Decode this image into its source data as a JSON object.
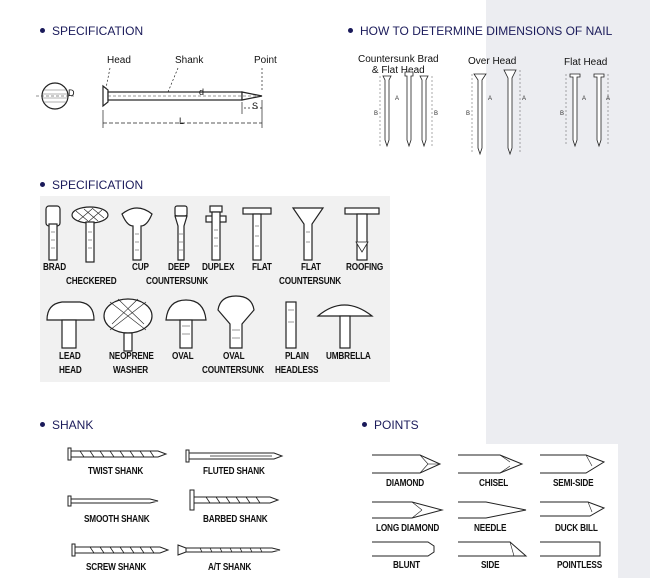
{
  "sections": {
    "spec_top": "SPECIFICATION",
    "dimensions": "HOW TO DETERMINE DIMENSIONS OF NAIL",
    "spec_heads": "SPECIFICATION",
    "shank": "SHANK",
    "points": "POINTS"
  },
  "anatomy": {
    "head": "Head",
    "shank": "Shank",
    "point": "Point",
    "d_top": "D",
    "d_mid": "d",
    "s": "S",
    "l": "L"
  },
  "dimension_types": [
    {
      "label_line1": "Countersunk Brad",
      "label_line2": "& Flat Head"
    },
    {
      "label_line1": "Over Head",
      "label_line2": ""
    },
    {
      "label_line1": "Flat Head",
      "label_line2": ""
    }
  ],
  "heads_row1": [
    "BRAD",
    "CHECKERED",
    "CUP",
    "DEEP COUNTERSUNK",
    "DUPLEX",
    "FLAT",
    "FLAT COUNTERSUNK",
    "ROOFING"
  ],
  "heads_row1_caps": {
    "brad": "BRAD",
    "checkered": "CHECKERED",
    "cup": "CUP",
    "deep": "DEEP",
    "countersunk": "COUNTERSUNK",
    "duplex": "DUPLEX",
    "flat": "FLAT",
    "flat2": "FLAT",
    "countersunk2": "COUNTERSUNK",
    "roofing": "ROOFING"
  },
  "heads_row2": {
    "lead": "LEAD",
    "head": "HEAD",
    "neoprene": "NEOPRENE",
    "washer": "WASHER",
    "oval": "OVAL",
    "oval2": "OVAL",
    "countersunk": "COUNTERSUNK",
    "plain": "PLAIN",
    "headless": "HEADLESS",
    "umbrella": "UMBRELLA"
  },
  "shanks": {
    "twist": "TWIST SHANK",
    "fluted": "FLUTED SHANK",
    "smooth": "SMOOTH SHANK",
    "barbed": "BARBED SHANK",
    "screw": "SCREW SHANK",
    "at": "A/T SHANK"
  },
  "points": {
    "diamond": "DIAMOND",
    "chisel": "CHISEL",
    "semi_side": "SEMI-SIDE",
    "long_diamond": "LONG DIAMOND",
    "needle": "NEEDLE",
    "duck_bill": "DUCK BILL",
    "blunt": "BLUNT",
    "side": "SIDE",
    "pointless": "POINTLESS"
  }
}
